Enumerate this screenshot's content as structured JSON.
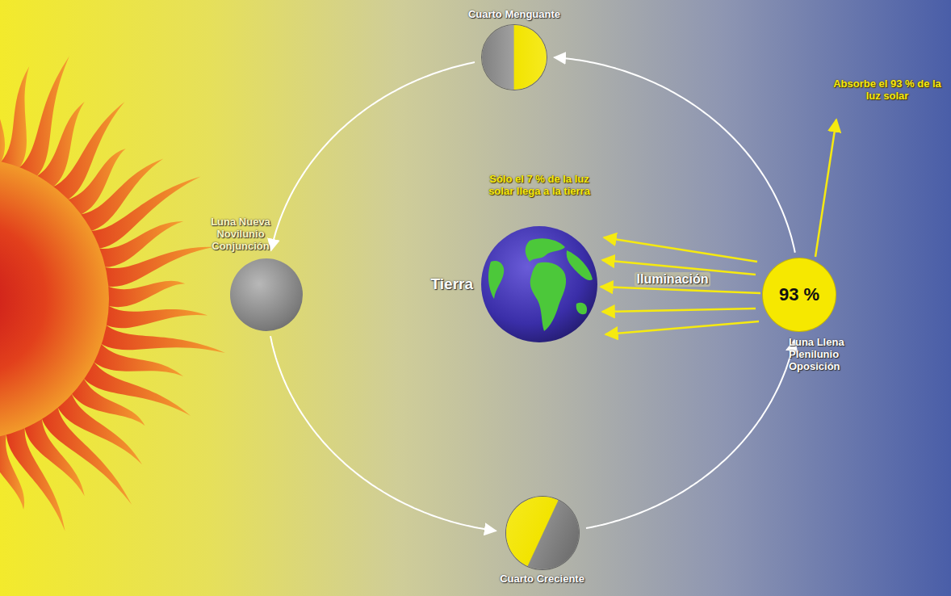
{
  "diagram": {
    "nodes": [
      {
        "text": [
          "Cuarto Menguante"
        ]
      },
      {
        "text": [
          "Luna Nueva Novilunio Conjunción"
        ]
      },
      {
        "text": [
          "Tierra"
        ]
      },
      {
        "text": [
          "93 %",
          "Luna Llena Plenilunio Oposición"
        ]
      },
      {
        "text": [
          "Cuarto Creciente"
        ]
      }
    ],
    "edges": [
      {
        "from": 3,
        "to": 0,
        "arrow": "to"
      },
      {
        "from": 0,
        "to": 1,
        "arrow": "to"
      },
      {
        "from": 1,
        "to": 4,
        "arrow": "to"
      },
      {
        "from": 4,
        "to": 3,
        "arrow": "to"
      },
      {
        "from": 3,
        "to": 2,
        "arrow": "to",
        "label": "Iluminación"
      }
    ],
    "labels": [
      "Sólo el 7 % de la luz solar llega a la tierra",
      "Absorbe el 93 % de la luz solar"
    ]
  }
}
